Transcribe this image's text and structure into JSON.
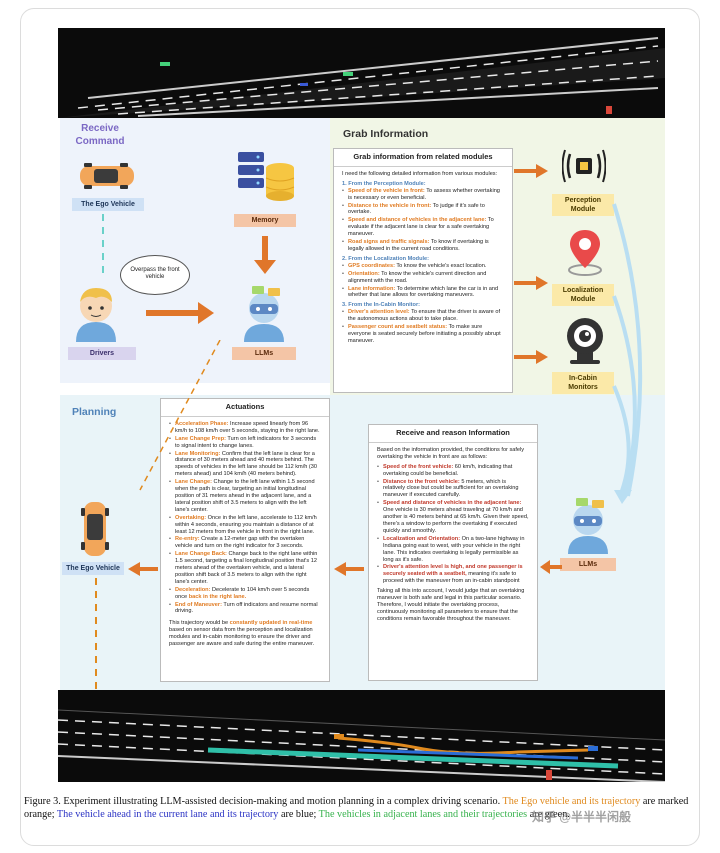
{
  "receive": {
    "title": "Receive Command",
    "ego_vehicle_label": "The Ego Vehicle",
    "memory_label": "Memory",
    "drivers_label": "Drivers",
    "llms_label": "LLMs",
    "speech_bubble": "Overpass the front vehicle"
  },
  "grab": {
    "title": "Grab Information",
    "box_title": "Grab information from related modules",
    "intro": "I need the following detailed information from various modules:",
    "perception_heading": "1. From the Perception Module:",
    "perception_items": [
      {
        "key": "Speed of the vehicle in front:",
        "text": " To assess whether overtaking is necessary or even beneficial."
      },
      {
        "key": "Distance to the vehicle in front:",
        "text": " To judge if it's safe to overtake."
      },
      {
        "key": "Speed and distance of vehicles in the adjacent lane:",
        "text": " To evaluate if the adjacent lane is clear for a safe overtaking maneuver."
      },
      {
        "key": "Road signs and traffic signals:",
        "text": " To know if overtaking is legally allowed in the current road conditions."
      }
    ],
    "localization_heading": "2. From the Localization Module:",
    "localization_items": [
      {
        "key": "GPS coordinates:",
        "text": " To know the vehicle's exact location."
      },
      {
        "key": "Orientation:",
        "text": " To know the vehicle's current direction and alignment with the road."
      },
      {
        "key": "Lane information:",
        "text": " To determine which lane the car is in and whether that lane allows for overtaking maneuvers."
      }
    ],
    "incabin_heading": "3. From the In-Cabin Monitor:",
    "incabin_items": [
      {
        "key": "Driver's attention level:",
        "text": " To ensure that the driver is aware of the autonomous actions about to take place."
      },
      {
        "key": "Passenger count and seatbelt status:",
        "text": " To make sure everyone is seated securely before initiating a possibly abrupt maneuver."
      }
    ],
    "perception_module_label": "Perception Module",
    "localization_module_label": "Localization Module",
    "incabin_label": "In-Cabin Monitors"
  },
  "planning": {
    "title": "Planning",
    "ego_vehicle_label": "The Ego Vehicle",
    "llms_label": "LLMs"
  },
  "actuations": {
    "title": "Actuations",
    "items": [
      {
        "key": "Acceleration Phase:",
        "text": " Increase speed linearly from 96 km/h to 108 km/h over 5 seconds, staying in the right lane."
      },
      {
        "key": "Lane Change Prep:",
        "text": " Turn on left indicators for 3 seconds to signal intent to change lanes."
      },
      {
        "key": "Lane Monitoring:",
        "text": " Confirm that the left lane is clear for a distance of 30 meters ahead and 40 meters behind. The speeds of vehicles in the left lane should be 112 km/h (30 meters ahead) and 104 km/h (40 meters behind)."
      },
      {
        "key": "Lane Change:",
        "text": " Change to the left lane within 1.5 second when the path is clear, targeting an initial longitudinal position of 31 meters ahead in the adjacent lane, and a lateral position shift of 3.5 meters to align with the left lane's center."
      },
      {
        "key": "Overtaking:",
        "text": " Once in the left lane, accelerate to 112 km/h within 4 seconds, ensuring you maintain a distance of at least 12 meters from the vehicle in front in the right lane."
      },
      {
        "key": "Re-entry:",
        "text": " Create a 12-meter gap with the overtaken vehicle and turn on the right indicator for 3 seconds."
      },
      {
        "key": "Lane Change Back:",
        "text": " Change back to the right lane within 1.5 second, targeting a final longitudinal position that's 12 meters ahead of the overtaken vehicle, and a lateral position shift back of 3.5 meters to align with the right lane's center."
      },
      {
        "key": "Deceleration:",
        "text": " Decelerate to 104 km/h over 5 seconds once "
      },
      {
        "key": "End of Maneuver:",
        "text": " Turn off indicators and resume normal driving."
      }
    ],
    "decel_highlight": "back in the right lane.",
    "footer_a": "This trajectory would be ",
    "footer_highlight": "constantly updated in real-time",
    "footer_b": " based on sensor data from the perception and localization modules and in-cabin monitoring to ensure the driver and passenger are aware and safe during the entire maneuver."
  },
  "reason": {
    "title": "Receive and reason Information",
    "intro": "Based on the information provided, the conditions for safely overtaking the vehicle in front are as follows:",
    "items": [
      {
        "key": "Speed of the front vehicle:",
        "text": " 60 km/h, indicating that overtaking could be beneficial.",
        "cls": "em-r"
      },
      {
        "key": "Distance to the front vehicle:",
        "text": " 5 meters, which is relatively close but could be sufficient for an overtaking maneuver if executed carefully.",
        "cls": "em-r"
      },
      {
        "key": "Speed and distance of vehicles in the adjacent lane:",
        "text": " One vehicle is 30 meters ahead traveling at 70 km/h and another is 40 meters behind at 65 km/h. Given their speed, there's a window to perform the overtaking if executed quickly and smoothly.",
        "cls": "em-r"
      },
      {
        "key": "Localization and Orientation:",
        "text": " On a two-lane highway in Indiana going east to west, with your vehicle in the right lane. This indicates overtaking is legally permissible as long as it's safe.",
        "cls": "em-r"
      },
      {
        "key": "Driver's attention level is high, and one passenger is securely seated with a seatbelt,",
        "text": " meaning it's safe to proceed with the maneuver from an in-cabin standpoint",
        "cls": "em-r"
      }
    ],
    "conclusion": "Taking all this into account, I would judge that an overtaking maneuver is both safe and legal in this particular scenario. Therefore, I would initiate the overtaking process, continuously monitoring all parameters to ensure that the conditions remain favorable throughout the maneuver."
  },
  "caption": {
    "prefix": "Figure 3. Experiment illustrating LLM-assisted decision-making and motion planning in a complex driving scenario. ",
    "orange": "The Ego vehicle and its trajectory",
    "mid1": " are marked orange; ",
    "blue": "The vehicle ahead in the current lane and its trajectory",
    "mid2": " are blue; ",
    "green": "The vehicles in adjacent lanes and their trajectories",
    "suffix": " are green."
  },
  "watermark": "知乎 @半半半闲般",
  "colors": {
    "orange": "#e08a1e",
    "blue": "#2b33c4",
    "green": "#37b24d",
    "arrow": "#e0762a"
  }
}
